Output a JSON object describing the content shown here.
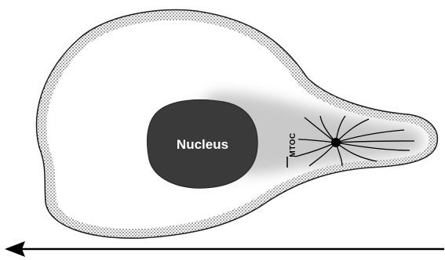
{
  "diagram": {
    "nucleus_label": "Nucleus",
    "mtoc_label": "MTOC",
    "colors": {
      "background": "#ffffff",
      "cell_outline": "#222222",
      "cell_fill": "#ffffff",
      "shading": "#c9c9c9",
      "nucleus_fill": "#3a3a3a",
      "nucleus_text": "#ffffff",
      "microtubules": "#000000",
      "arrow": "#000000"
    },
    "icons": [
      "cell-body",
      "nucleus",
      "mtoc",
      "microtubules",
      "migration-arrow"
    ]
  }
}
